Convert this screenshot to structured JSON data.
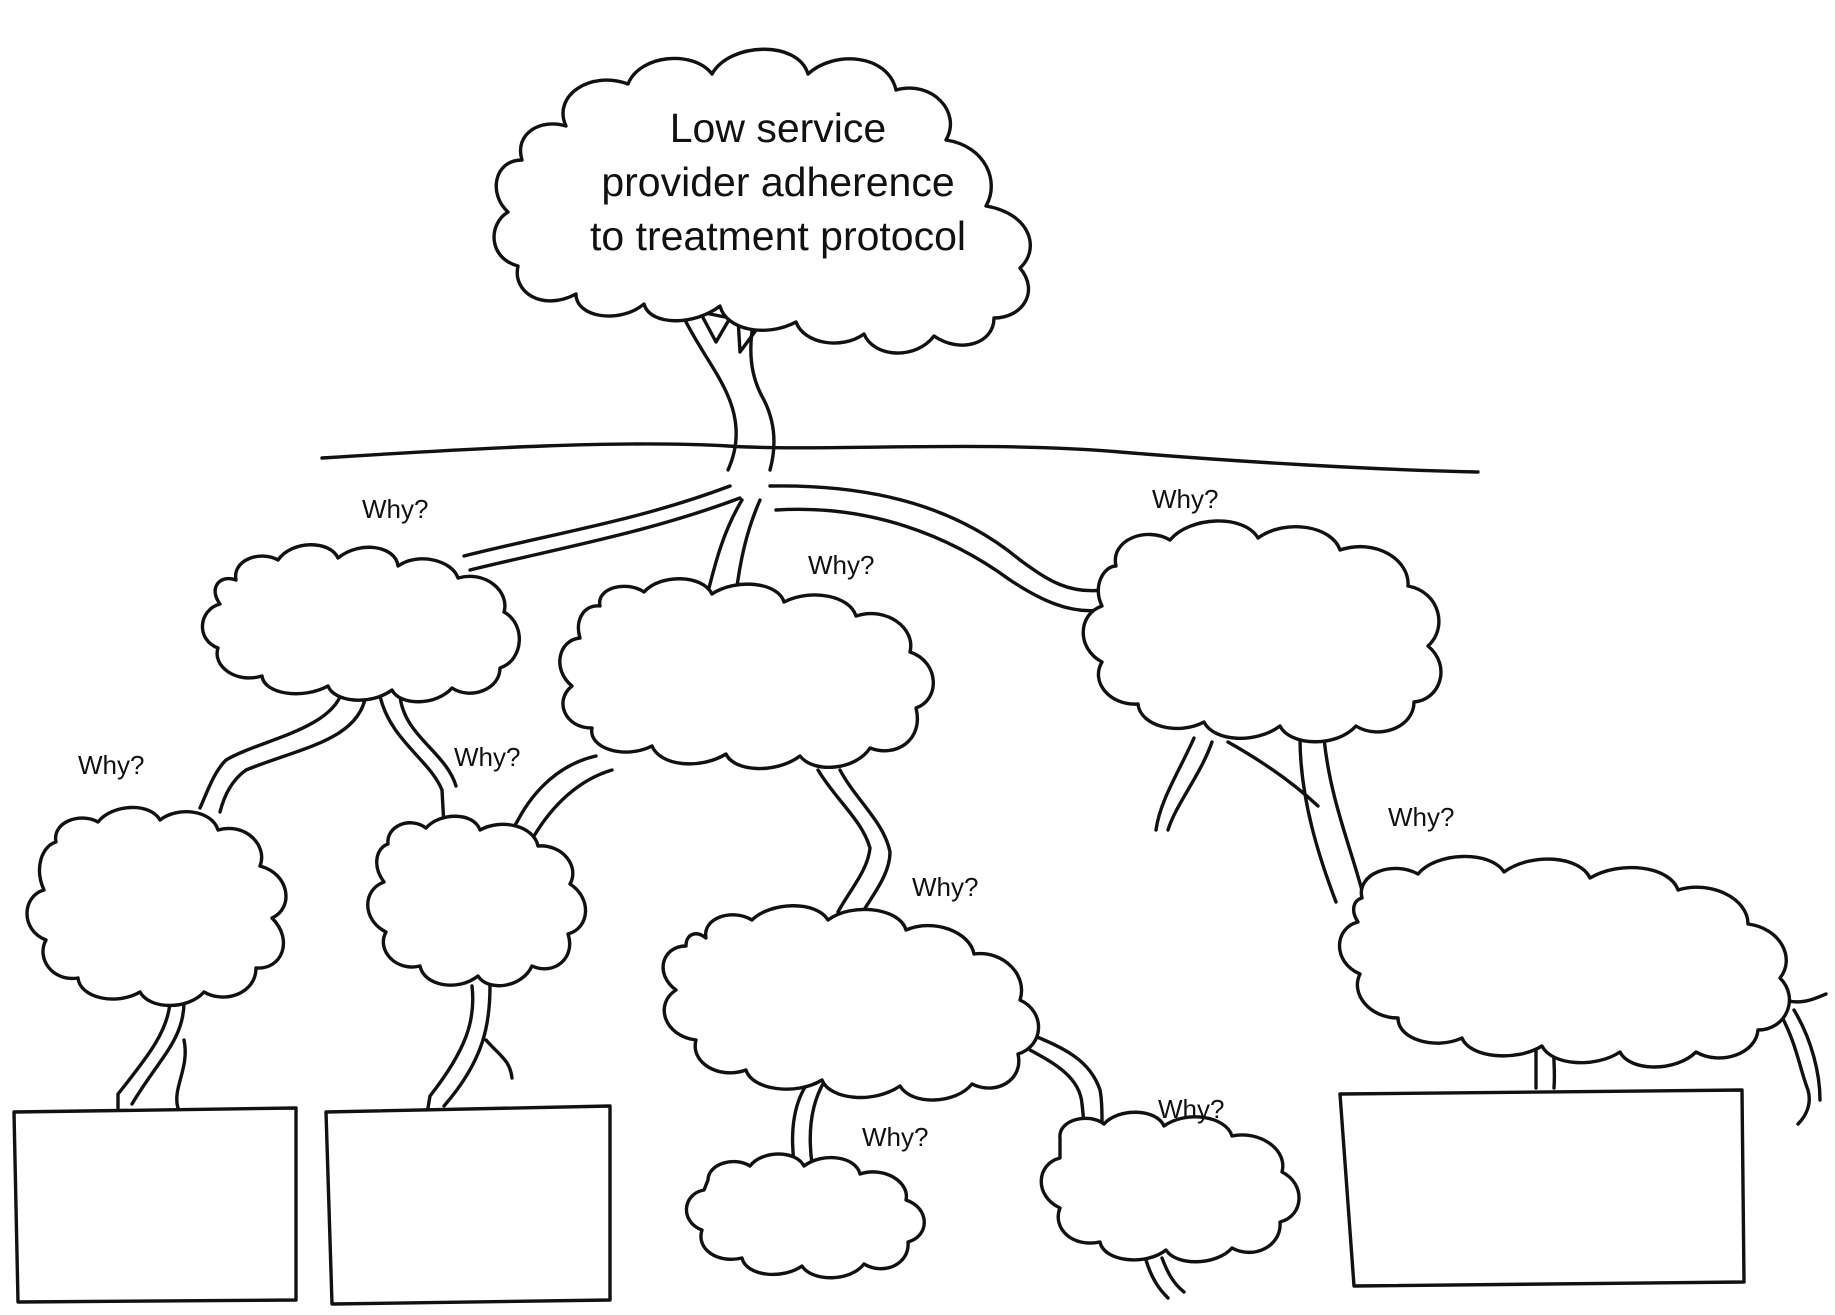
{
  "root": {
    "lines": [
      "Low service",
      "provider adherence",
      "to treatment protocol"
    ]
  },
  "why_label": "Why?",
  "colors": {
    "ink": "#111111",
    "background": "#ffffff"
  }
}
